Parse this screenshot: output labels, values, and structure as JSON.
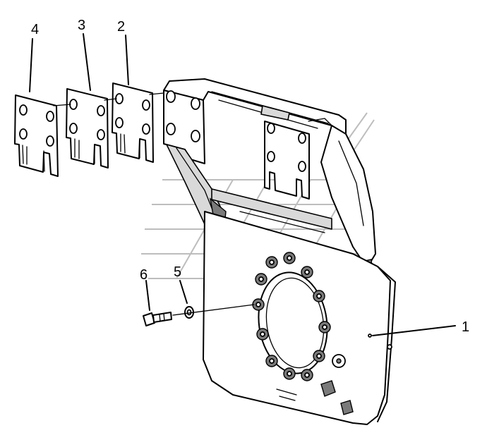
{
  "callouts": {
    "part1": "1",
    "part2": "2",
    "part3": "3",
    "part4": "4",
    "part5": "5",
    "part6": "6"
  },
  "colors": {
    "ink": "#000000",
    "shade": "#d9d9d9",
    "watermark": "#bdbdbd"
  }
}
